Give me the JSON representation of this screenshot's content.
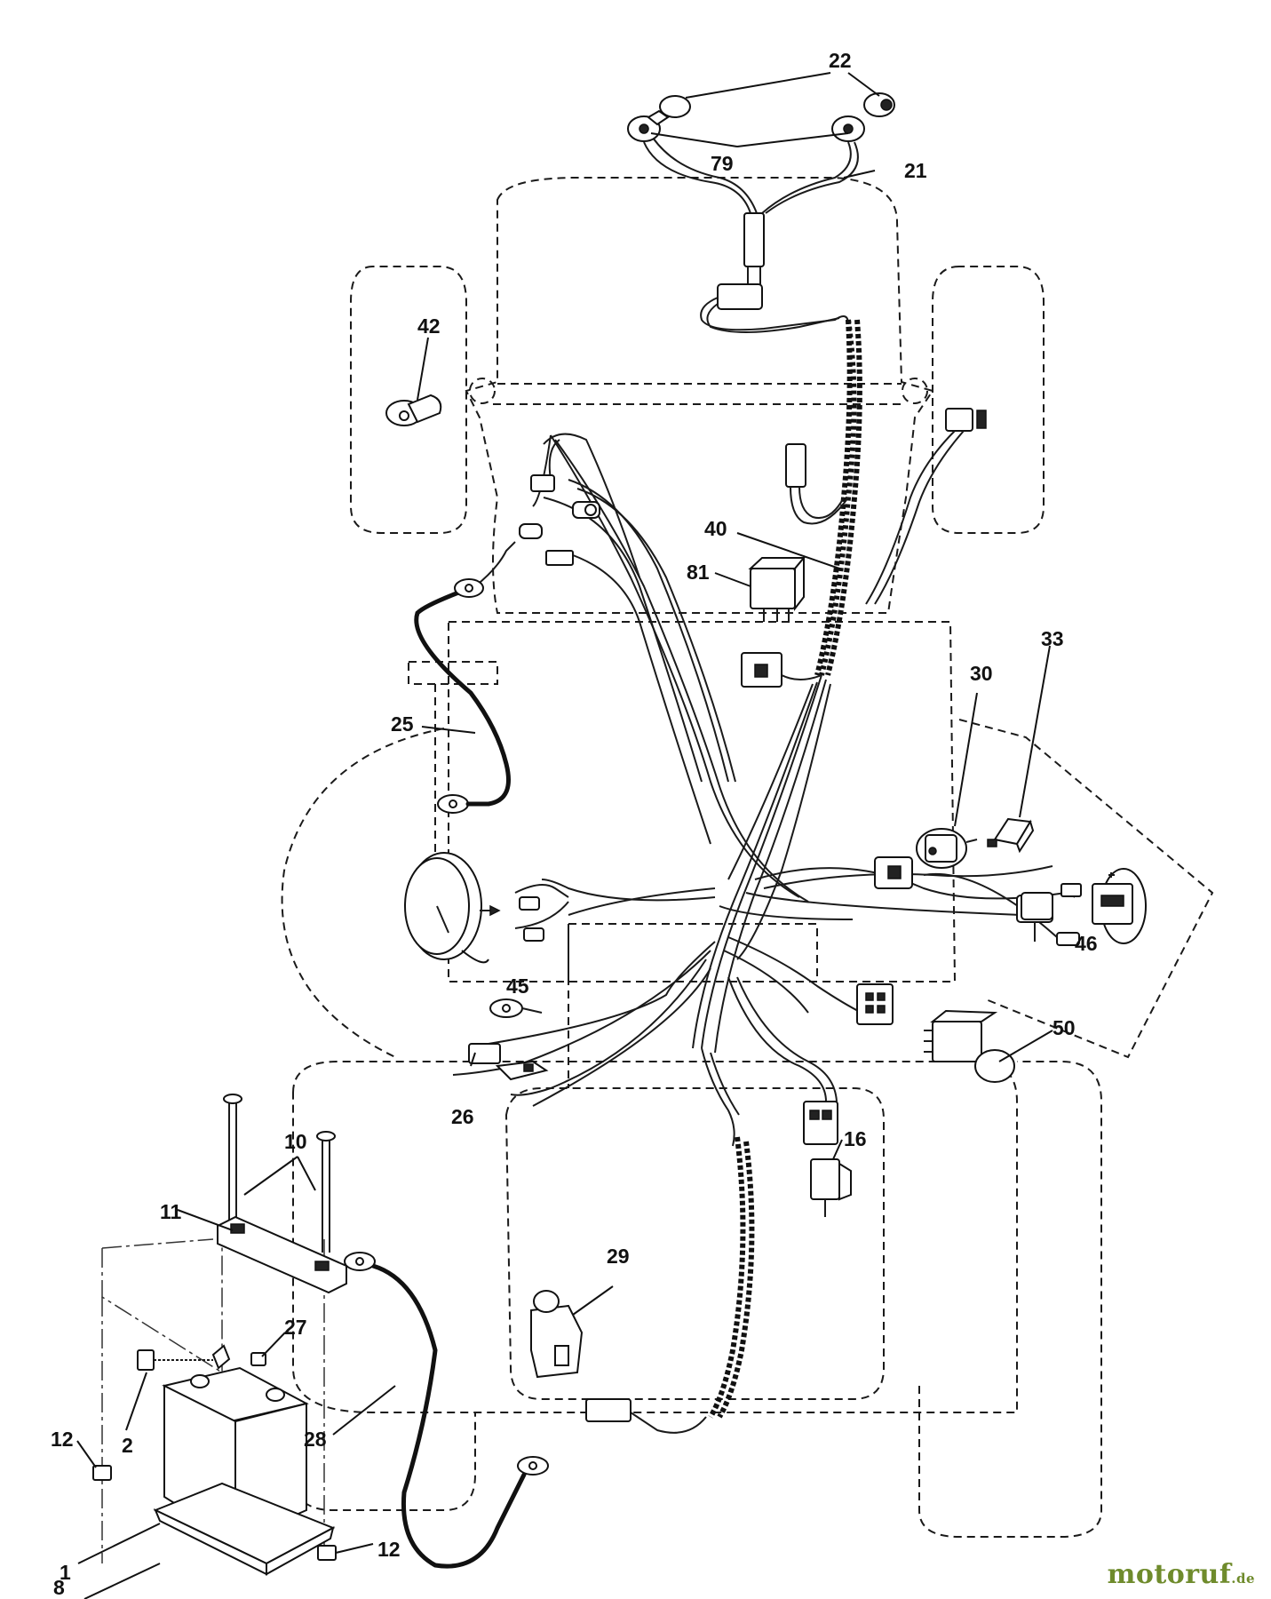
{
  "callouts": {
    "c22": "22",
    "c79": "79",
    "c21": "21",
    "c42": "42",
    "c40": "40",
    "c81": "81",
    "c33": "33",
    "c30": "30",
    "c25": "25",
    "c45": "45",
    "c46": "46",
    "c50": "50",
    "c26": "26",
    "c16": "16",
    "c29": "29",
    "c10": "10",
    "c11": "11",
    "c27": "27",
    "c28": "28",
    "c12a": "12",
    "c2": "2",
    "c1": "1",
    "c8": "8",
    "c12b": "12"
  },
  "watermark": {
    "name": "motoruf",
    "tld": ".de"
  },
  "colors": {
    "line": "#111111",
    "watermark": "#6f8b2c"
  }
}
